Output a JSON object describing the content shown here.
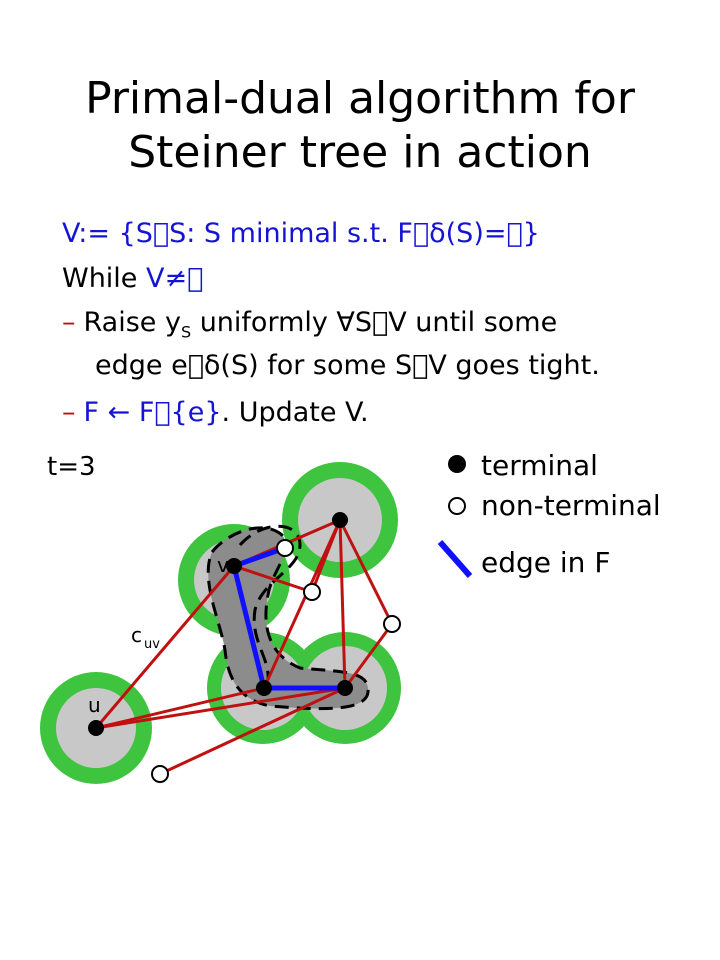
{
  "title": {
    "line1": "Primal-dual algorithm for",
    "line2": "Steiner tree in action"
  },
  "text": {
    "v_def_prefix": "V:= {S",
    "v_def_sep": "\u0000S:",
    "v_def_body": " S minimal s.t. F\u0000δ(S)=\u0000}",
    "while_label": "While ",
    "while_cond": "V≠\u0000",
    "bullet1_a": "Raise y",
    "bullet1_sub": "S",
    "bullet1_b": " uniformly ∀S\u0000V",
    "bullet1_c": " until some",
    "bullet1_line2_a": "edge e\u0000δ(S)",
    "bullet1_line2_b": " for some S\u0000V",
    "bullet1_line2_c": " goes tight.",
    "bullet2_a": "F ← F\u0000{e}",
    "bullet2_b": ". Update V."
  },
  "diagram": {
    "time_label": "t=3",
    "node_label_v": "v",
    "node_label_u": "u",
    "edge_label": "c",
    "edge_label_sub": "uv"
  },
  "legend": {
    "terminal": "terminal",
    "non_terminal": "non-terminal",
    "edge_in_f": "edge in F"
  },
  "colors": {
    "text_blue": "#1414d2",
    "edge_red": "#c01010",
    "edge_blue": "#1010ff",
    "moat_green": "#3ec43e",
    "moat_gray": "#c8c8c8",
    "cluster_gray": "#8c8c8c"
  }
}
